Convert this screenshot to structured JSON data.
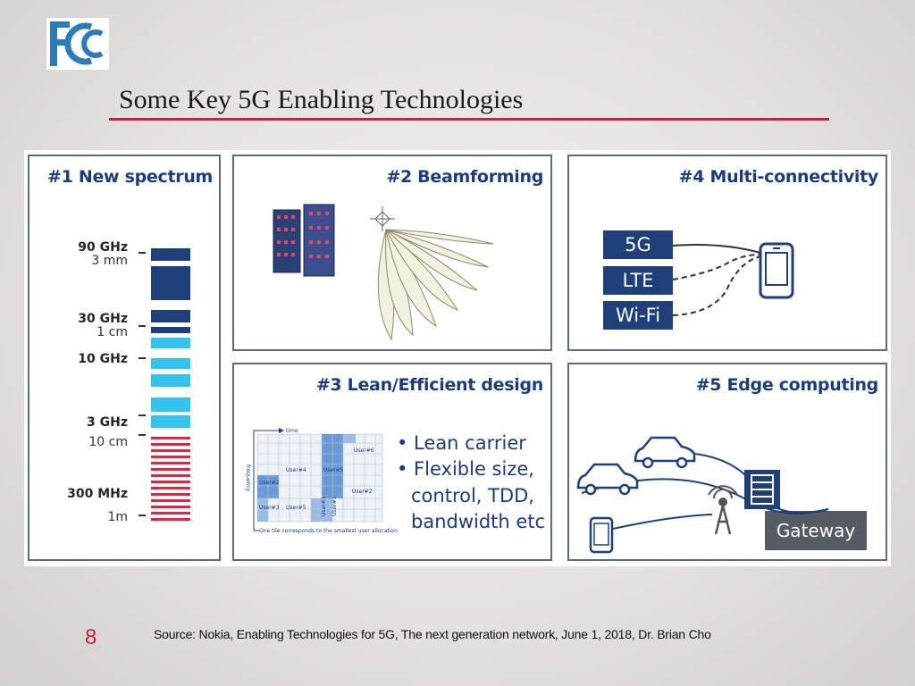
{
  "slide": {
    "title": "Some Key 5G Enabling Technologies",
    "page_number": "8",
    "source": "Source: Nokia, Enabling Technologies for 5G, The next generation network, June 1, 2018, Dr. Brian Cho",
    "logo_text": "FCC"
  },
  "colors": {
    "accent_red": "#c8233b",
    "nokia_blue": "#1c3d7a",
    "logo_blue": "#2f7ab9",
    "light_blue": "#33c3ec"
  },
  "panels": {
    "spectrum": {
      "title": "#1 New spectrum",
      "labels": [
        {
          "freq": "90 GHz",
          "wavelength": "3 mm"
        },
        {
          "freq": "30 GHz",
          "wavelength": "1 cm"
        },
        {
          "freq": "10 GHz",
          "wavelength": ""
        },
        {
          "freq": "3 GHz",
          "wavelength": "10 cm"
        },
        {
          "freq": "300 MHz",
          "wavelength": "1m"
        }
      ]
    },
    "beamforming": {
      "title": "#2 Beamforming"
    },
    "lean": {
      "title": "#3 Lean/Efficient design",
      "bullets": [
        "• Lean carrier",
        "• Flexible size,",
        "control, TDD,",
        "bandwidth etc"
      ],
      "grid": {
        "time_label": "time",
        "frequency_label": "frequency",
        "caption": "One tile corresponds to the smallest user allocation",
        "users": [
          "User#1",
          "User#2",
          "User#3",
          "User#4",
          "User#5",
          "User#6"
        ]
      }
    },
    "multi": {
      "title": "#4 Multi-connectivity",
      "techs": [
        "5G",
        "LTE",
        "Wi-Fi"
      ]
    },
    "edge": {
      "title": "#5 Edge computing",
      "gateway": "Gateway"
    }
  }
}
